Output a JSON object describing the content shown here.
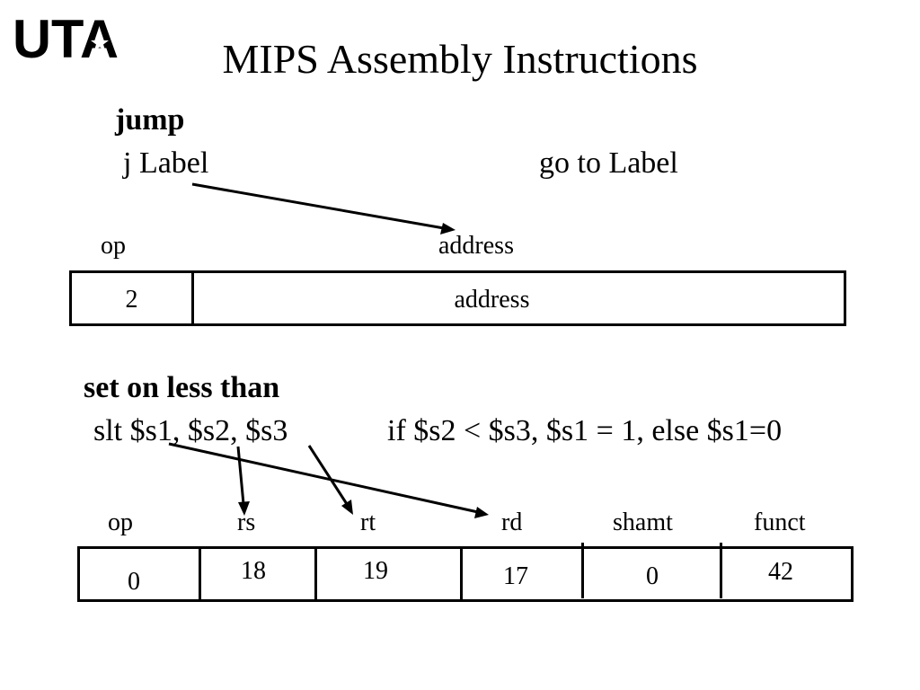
{
  "logo": {
    "text": "UTA",
    "icon": "star-icon"
  },
  "title": "MIPS Assembly Instructions",
  "jump": {
    "heading": "jump",
    "instruction": "j  Label",
    "description": "go to Label",
    "field_labels": {
      "op": "op",
      "address": "address"
    },
    "values": {
      "op": "2",
      "address": "address"
    }
  },
  "slt": {
    "heading": "set on less than",
    "instruction": "slt  $s1, $s2, $s3",
    "description": "if  $s2 < $s3, $s1 = 1, else $s1=0",
    "field_labels": [
      "op",
      "rs",
      "rt",
      "rd",
      "shamt",
      "funct"
    ],
    "values": [
      "0",
      "18",
      "19",
      "17",
      "0",
      "42"
    ]
  }
}
